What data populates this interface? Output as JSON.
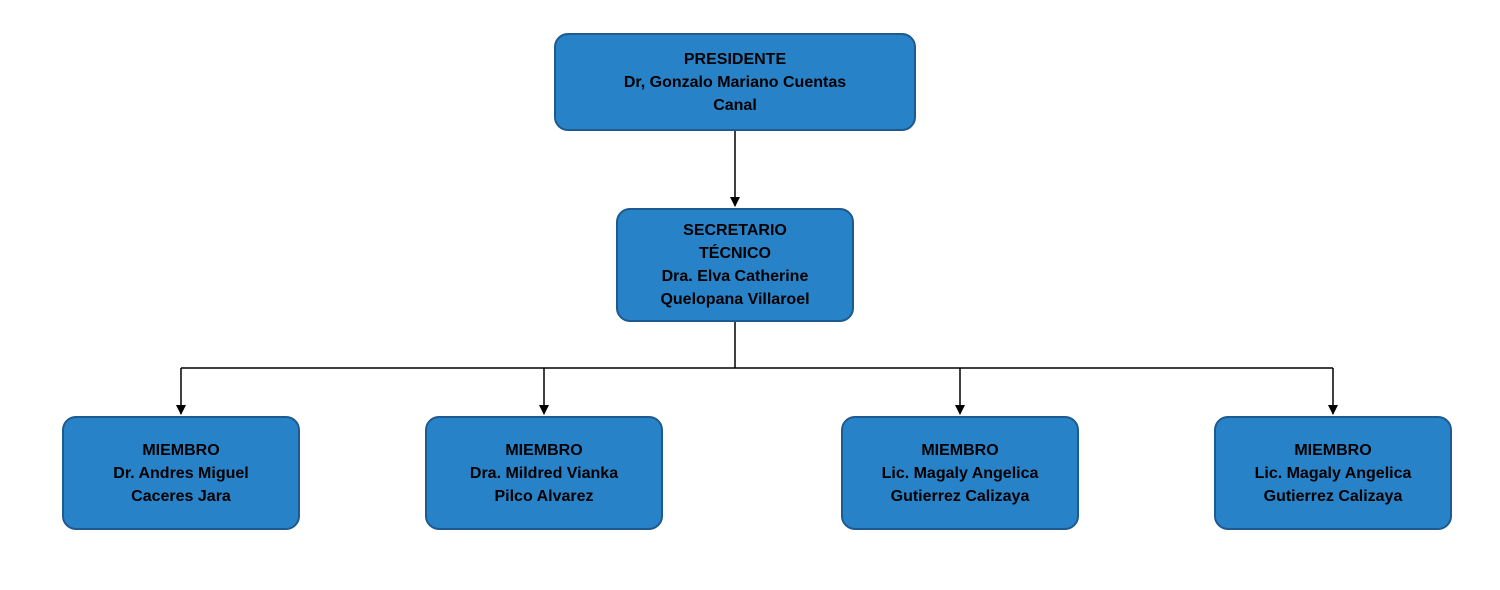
{
  "org_chart": {
    "president": {
      "role": "PRESIDENTE",
      "name_line1": "Dr, Gonzalo Mariano Cuentas",
      "name_line2": "Canal"
    },
    "secretary": {
      "role_line1": "SECRETARIO",
      "role_line2": "TÉCNICO",
      "name_line1": "Dra. Elva Catherine",
      "name_line2": "Quelopana Villaroel"
    },
    "members": [
      {
        "role": "MIEMBRO",
        "name_line1": "Dr. Andres Miguel",
        "name_line2": "Caceres Jara"
      },
      {
        "role": "MIEMBRO",
        "name_line1": "Dra. Mildred Vianka",
        "name_line2": "Pilco Alvarez"
      },
      {
        "role": "MIEMBRO",
        "name_line1": "Lic. Magaly Angelica",
        "name_line2": "Gutierrez Calizaya"
      },
      {
        "role": "MIEMBRO",
        "name_line1": "Lic. Magaly Angelica",
        "name_line2": "Gutierrez Calizaya"
      }
    ]
  },
  "colors": {
    "box_fill": "#2882c8",
    "box_border": "#1d5a8f",
    "connector": "#000000",
    "text": "#000000",
    "background": "#ffffff"
  }
}
